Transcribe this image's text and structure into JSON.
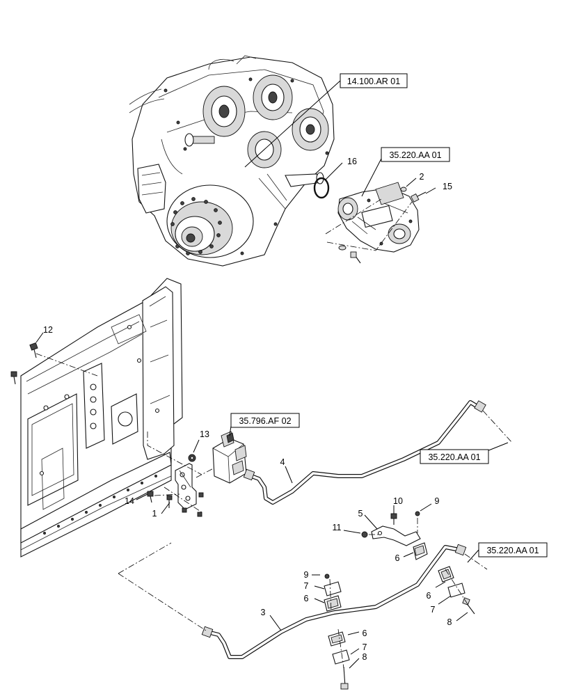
{
  "references": [
    {
      "id": "ref-gearbox",
      "label": "14.100.AR 01"
    },
    {
      "id": "ref-pump",
      "label": "35.220.AA 01"
    },
    {
      "id": "ref-valve",
      "label": "35.796.AF 02"
    },
    {
      "id": "ref-tube-upper",
      "label": "35.220.AA 01"
    },
    {
      "id": "ref-tube-lower",
      "label": "35.220.AA 01"
    }
  ],
  "callouts": [
    {
      "id": "c16",
      "label": "16"
    },
    {
      "id": "c2",
      "label": "2"
    },
    {
      "id": "c15",
      "label": "15"
    },
    {
      "id": "c12",
      "label": "12"
    },
    {
      "id": "c13",
      "label": "13"
    },
    {
      "id": "c4",
      "label": "4"
    },
    {
      "id": "c14",
      "label": "14"
    },
    {
      "id": "c1",
      "label": "1"
    },
    {
      "id": "c10",
      "label": "10"
    },
    {
      "id": "c9a",
      "label": "9"
    },
    {
      "id": "c5",
      "label": "5"
    },
    {
      "id": "c11",
      "label": "11"
    },
    {
      "id": "c6a",
      "label": "6"
    },
    {
      "id": "c9b",
      "label": "9"
    },
    {
      "id": "c7a",
      "label": "7"
    },
    {
      "id": "c6b",
      "label": "6"
    },
    {
      "id": "c3",
      "label": "3"
    },
    {
      "id": "c6c",
      "label": "6"
    },
    {
      "id": "c7b",
      "label": "7"
    },
    {
      "id": "c8a",
      "label": "8"
    },
    {
      "id": "c6d",
      "label": "6"
    },
    {
      "id": "c7c",
      "label": "7"
    },
    {
      "id": "c8b",
      "label": "8"
    }
  ]
}
